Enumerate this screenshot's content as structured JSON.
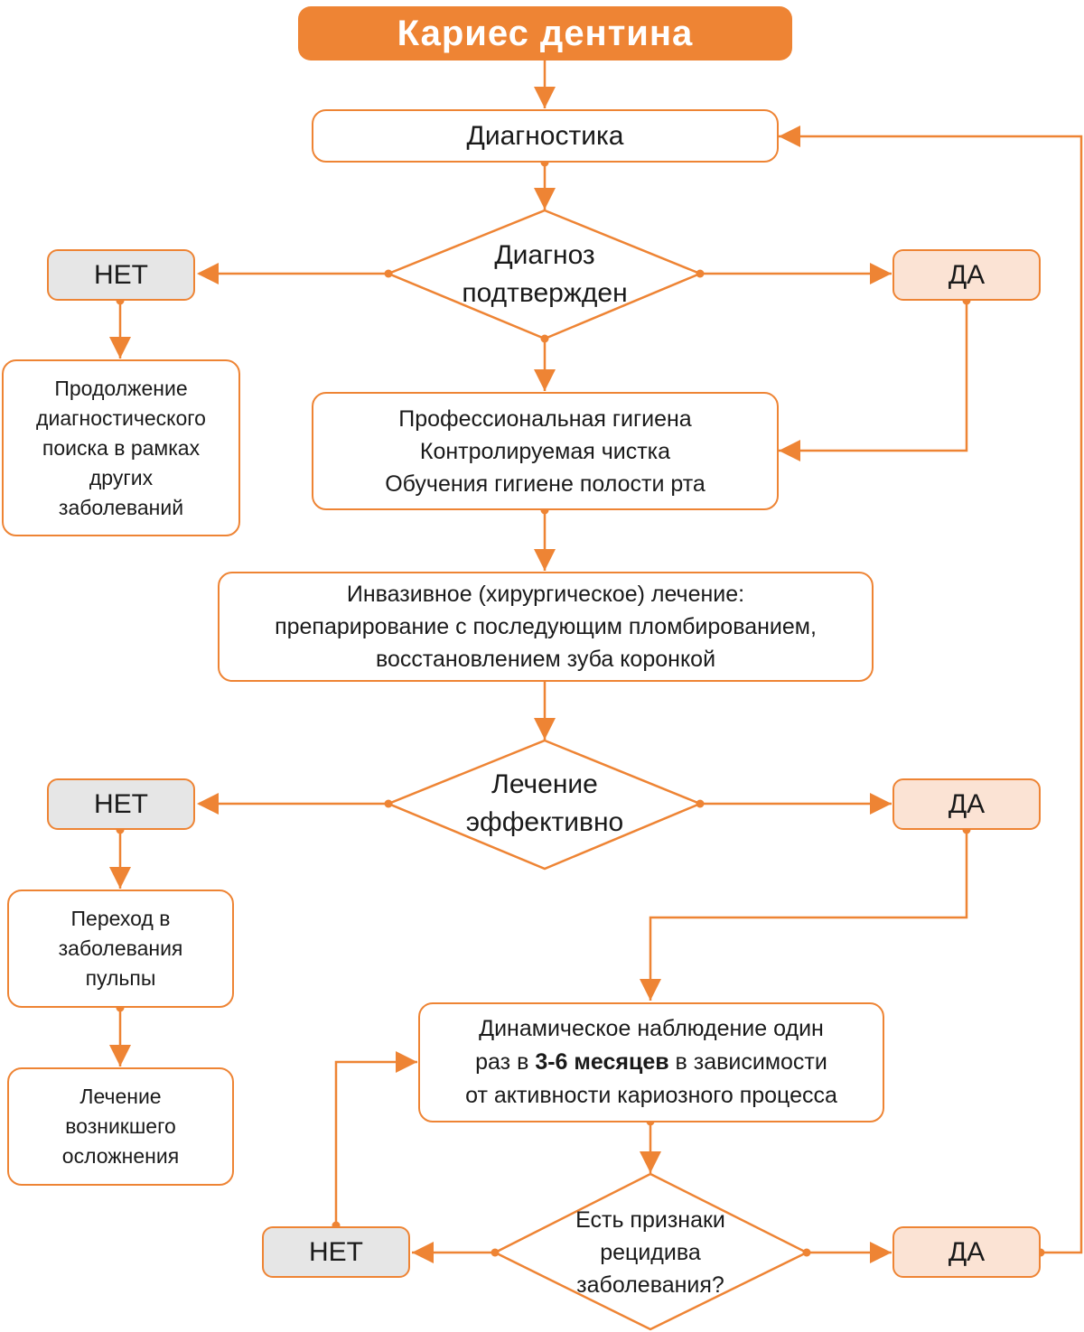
{
  "title": "Кариес дентина",
  "nodes": {
    "diagnostics": "Диагностика",
    "decision_1": [
      "Диагноз",
      "подтвержден"
    ],
    "no_1": "НЕТ",
    "yes_1": "ДА",
    "continue_search": [
      "Продолжение",
      "диагностического",
      "поиска в рамках",
      "других",
      "заболеваний"
    ],
    "hygiene": [
      "Профессиональная гигиена",
      "Контролируемая чистка",
      "Обучения гигиене полости рта"
    ],
    "invasive": [
      "Инвазивное (хирургическое)  лечение:",
      "препарирование с последующим пломбированием,",
      "восстановлением зуба коронкой"
    ],
    "decision_2": [
      "Лечение",
      "эффективно"
    ],
    "no_2": "НЕТ",
    "yes_2": "ДА",
    "pulp": [
      "Переход в",
      "заболевания",
      "пульпы"
    ],
    "complication": [
      "Лечение",
      "возникшего",
      "осложнения"
    ],
    "observation": {
      "line1": "Динамическое наблюдение один",
      "line2_pre": "раз в ",
      "line2_bold": "3-6 месяцев",
      "line2_post": " в зависимости",
      "line3": "от активности кариозного процесса"
    },
    "decision_3": [
      "Есть признаки",
      "рецидива",
      "заболевания?"
    ],
    "no_3": "НЕТ",
    "yes_3": "ДА"
  },
  "colors": {
    "accent": "#ee8434",
    "no_fill": "#e6e6e6",
    "yes_fill": "#fbe3d4",
    "text": "#1a1a1a"
  }
}
